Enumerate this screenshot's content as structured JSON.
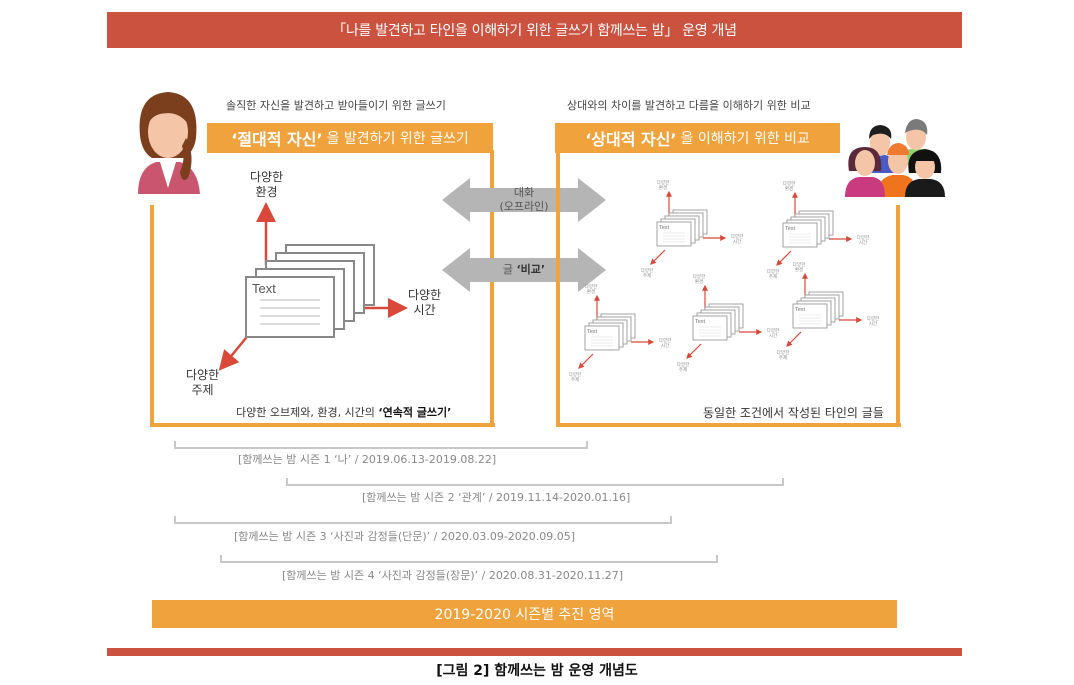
{
  "header": {
    "title": "「나를 발견하고 타인을 이해하기 위한 글쓰기 함께쓰는 밤」 운영 개념",
    "bg_color": "#cc5240"
  },
  "left_panel": {
    "subtitle": "솔직한 자신을 발견하고 받아들이기 위한 글쓰기",
    "banner_emphasis": "‘절대적 자신’",
    "banner_rest": "을 발견하기 위한 글쓰기",
    "axis_env": "다양한\n환경",
    "axis_time": "다양한\n시간",
    "axis_topic": "다양한\n주제",
    "card_text": "Text",
    "bottom_prefix": "다양한 오브제와, 환경, 시간의 ",
    "bottom_emphasis": "‘연속적 글쓰기’",
    "icon": "woman-avatar-icon"
  },
  "right_panel": {
    "subtitle": "상대와의 차이를 발견하고 다름을 이해하기 위한 비교",
    "banner_emphasis": "‘상대적 자신’",
    "banner_rest": "을 이해하기 위한 비교",
    "bottom_text": "동일한 조건에서 작성된 타인의 글들",
    "icon": "group-avatars-icon",
    "mini_diagram_count": 5,
    "mini_labels": {
      "env": "다양한 환경",
      "time": "다양한 시간",
      "topic": "다양한 주제",
      "card": "Text"
    }
  },
  "middle_arrows": [
    {
      "label_line1": "대화",
      "label_line2": "(오프라인)"
    },
    {
      "label_line1": "글 ",
      "label_emphasis": "‘비교’"
    }
  ],
  "seasons": [
    {
      "label": "[함께쓰는 밤 시즌 1 ‘나’ / 2019.06.13-2019.08.22]"
    },
    {
      "label": "[함께쓰는 밤 시즌 2 ‘관계’ / 2019.11.14-2020.01.16]"
    },
    {
      "label": "[함께쓰는 밤 시즌 3 ‘사진과 감정들(단문)’ / 2020.03.09-2020.09.05]"
    },
    {
      "label": "[함께쓰는 밤 시즌 4 ‘사진과 감정들(장문)’ / 2020.08.31-2020.11.27]"
    }
  ],
  "footer": {
    "bar_label": "2019-2020 시즌별 추진 영역",
    "caption": "[그림 2] 함께쓰는 밤 운영 개념도"
  },
  "colors": {
    "orange": "#f0a23c",
    "red": "#cc5240",
    "arrow_gray": "#b5b5b5",
    "axis_red": "#d9493a"
  }
}
